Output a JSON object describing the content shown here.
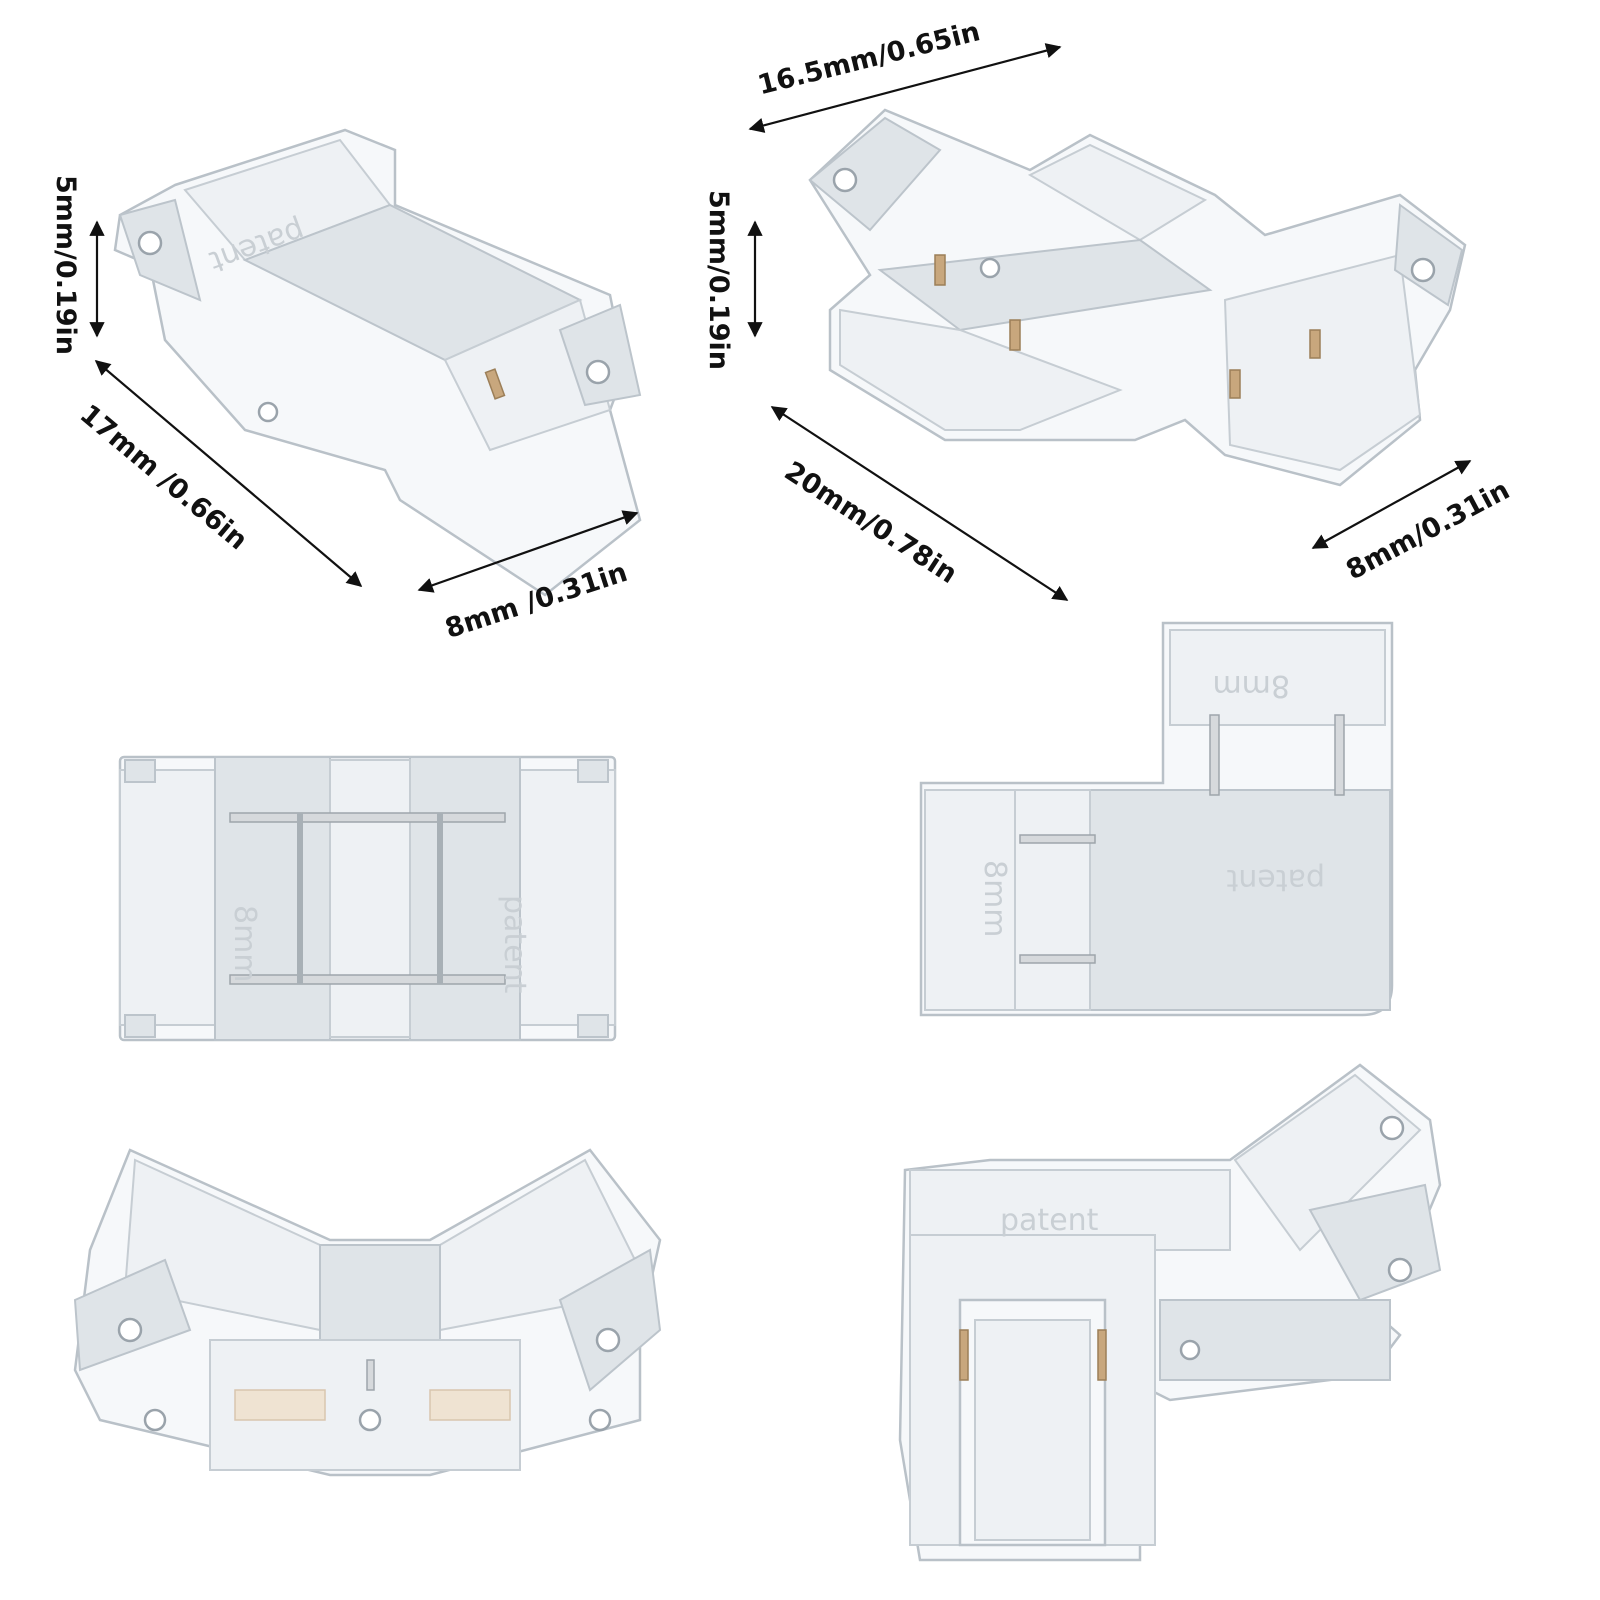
{
  "dimensions": {
    "straight_height": "5mm/0.19in",
    "straight_length": "17mm /0.66in",
    "straight_width": "8mm /0.31in",
    "t_top": "16.5mm/0.65in",
    "t_height": "5mm/0.19in",
    "t_length": "20mm/0.78in",
    "t_width": "8mm/0.31in"
  },
  "embossed": {
    "patent": "patent",
    "size": "8mm"
  },
  "colors": {
    "background": "#ffffff",
    "text": "#111111",
    "plastic": "#f6f8fa",
    "plastic_edge": "#b9c1c8",
    "pin": "#c8a77d"
  }
}
